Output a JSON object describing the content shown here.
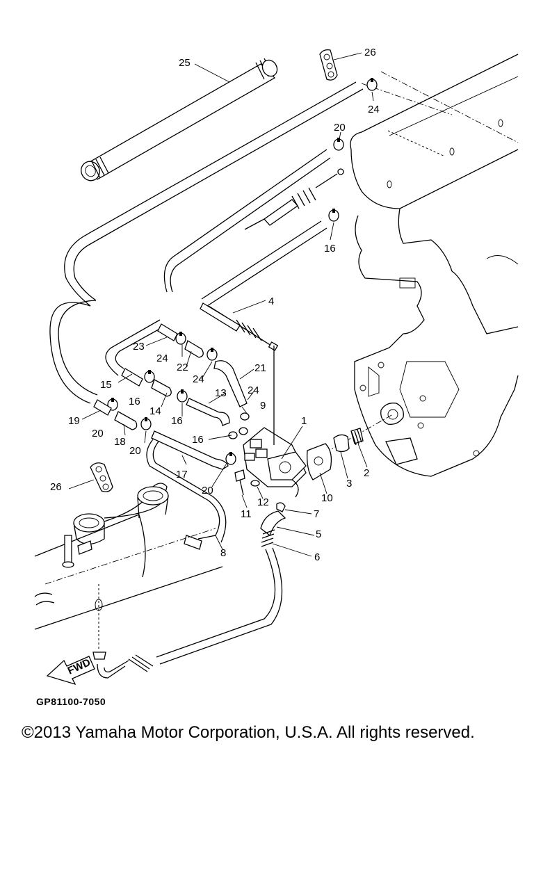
{
  "diagram": {
    "drawing_code": "GP81100-7050",
    "fwd_label": "FWD",
    "callouts": [
      "1",
      "2",
      "3",
      "4",
      "5",
      "6",
      "7",
      "8",
      "9",
      "10",
      "11",
      "12",
      "13",
      "14",
      "15",
      "16",
      "17",
      "18",
      "19",
      "20",
      "21",
      "22",
      "23",
      "24",
      "25",
      "26"
    ]
  },
  "footer": {
    "copyright": "©2013 Yamaha Motor Corporation, U.S.A. All rights reserved."
  }
}
